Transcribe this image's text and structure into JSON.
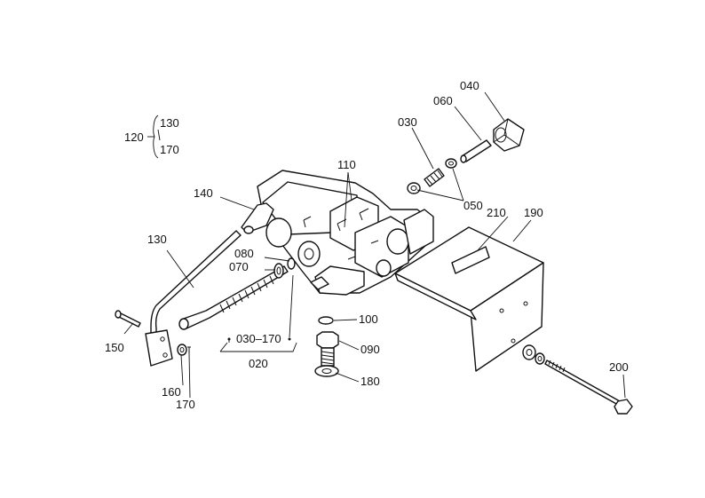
{
  "labels": {
    "p040": "040",
    "p060": "060",
    "p030": "030",
    "p050": "050",
    "p110": "110",
    "p210": "210",
    "p190": "190",
    "p140": "140",
    "p130": "130",
    "p080": "080",
    "p070": "070",
    "p100": "100",
    "p090": "090",
    "p180": "180",
    "p150": "150",
    "p160": "160",
    "p170": "170",
    "p200": "200",
    "p020": "020",
    "range_030_170": "030–170",
    "group_120": "120",
    "group_130": "130",
    "group_170": "170"
  },
  "colors": {
    "line": "#111111",
    "background": "#ffffff"
  }
}
